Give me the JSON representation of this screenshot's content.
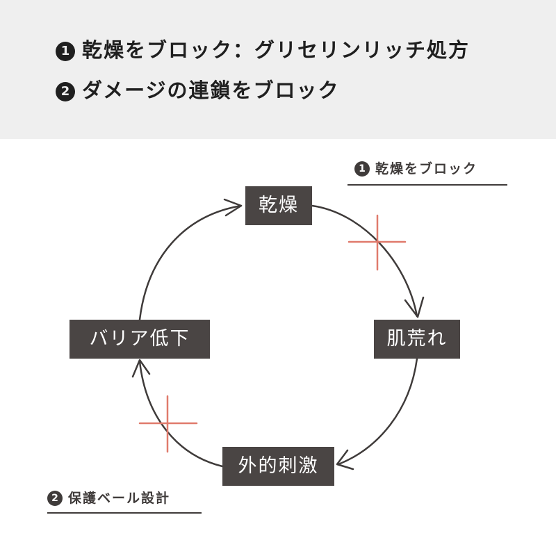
{
  "header": {
    "line1": {
      "number": "1",
      "text": "乾燥をブロック：グリセリンリッチ処方"
    },
    "line2": {
      "number": "2",
      "text": "ダメージの連鎖をブロック"
    }
  },
  "cycle": {
    "nodes": {
      "top": "乾燥",
      "right": "肌荒れ",
      "bottom": "外的刺激",
      "left": "バリア低下"
    }
  },
  "labels": {
    "block1": {
      "number": "1",
      "text": "乾燥をブロック"
    },
    "block2": {
      "number": "2",
      "text": "保護ベール設計"
    }
  },
  "colors": {
    "header_bg": "#efefef",
    "node_bg": "#4a4544",
    "line": "#3f3b3a",
    "block_mark": "#e07a6c"
  }
}
